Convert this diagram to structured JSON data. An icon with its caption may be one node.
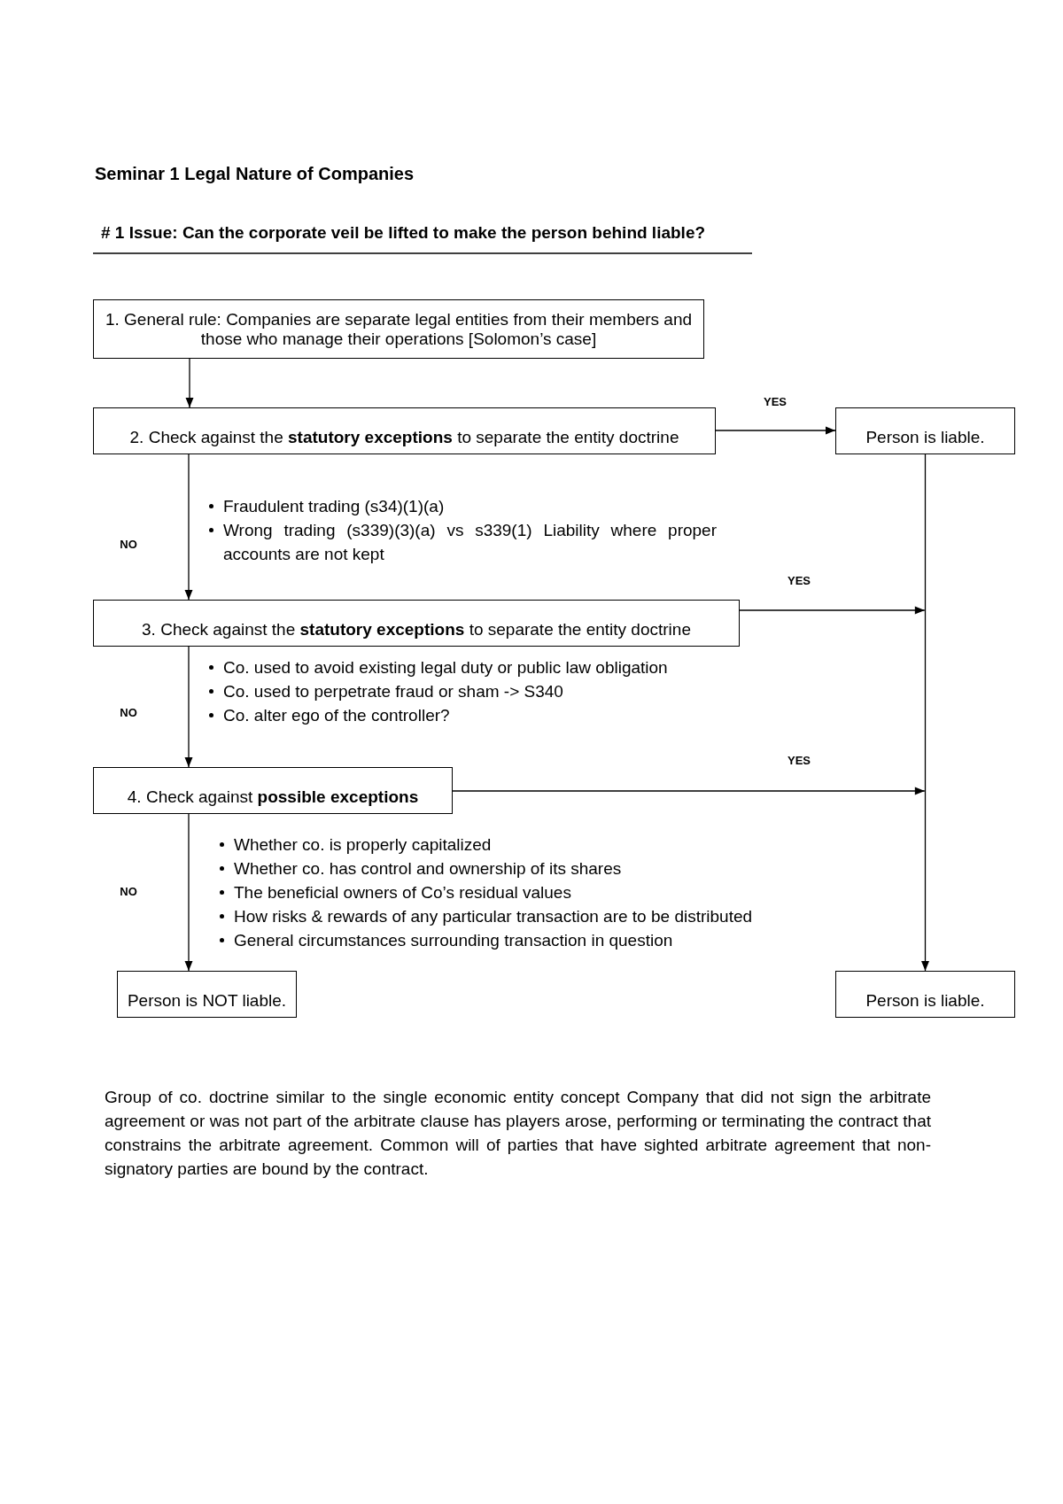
{
  "diagram": {
    "title": "Seminar 1 Legal Nature of Companies",
    "nodes": [
      {
        "text": [
          "1. General rule: Companies are separate legal entities from their members and those who manage their operations [Solomon’s case]"
        ]
      },
      {
        "text": [
          "2. Check against the **statutory exceptions** to separate the entity doctrine"
        ],
        "beside": [
          "Fraudulent trading (s34)(1)(a)",
          "Wrong trading (s339)(3)(a) vs s339(1) Liability where proper accounts are not kept"
        ]
      },
      {
        "text": [
          "Person is liable."
        ]
      },
      {
        "text": [
          "3. Check against the **statutory exceptions** to separate the entity doctrine"
        ],
        "beside": [
          "Co. used to avoid existing legal duty or public law obligation",
          "Co. used to perpetrate fraud or sham -> S340",
          "Co. alter ego of the controller?"
        ]
      },
      {
        "text": [
          "4. Check against **possible exceptions**"
        ],
        "beside": [
          "Whether co. is properly capitalized",
          "Whether co. has control and ownership of its shares",
          "The beneficial owners of Co’s residual values",
          "How risks & rewards of any particular transaction are to be distributed",
          "General circumstances surrounding transaction in question"
        ]
      },
      {
        "text": [
          "Person is NOT liable."
        ]
      },
      {
        "text": [
          "Person is liable."
        ]
      }
    ],
    "edges": [
      {
        "from": 0,
        "to": 1,
        "arrow": "to"
      },
      {
        "from": 1,
        "to": 2,
        "arrow": "to",
        "label": "YES"
      },
      {
        "from": 1,
        "to": 3,
        "arrow": "to",
        "label": "NO"
      },
      {
        "from": 3,
        "to": 6,
        "arrow": "to",
        "label": "YES"
      },
      {
        "from": 3,
        "to": 4,
        "arrow": "to",
        "label": "NO"
      },
      {
        "from": 4,
        "to": 6,
        "arrow": "to",
        "label": "YES"
      },
      {
        "from": 4,
        "to": 5,
        "arrow": "to",
        "label": "NO"
      },
      {
        "from": 2,
        "to": 6,
        "arrow": "to"
      }
    ],
    "labels": [
      "# 1 Issue: Can the corporate veil be lifted to make the person behind liable?",
      "Group of co. doctrine similar to the single economic entity concept Company that did not sign the arbitrate agreement or was not part of the arbitrate clause has players arose, performing or terminating the contract that constrains the arbitrate agreement. Common will of parties that have sighted arbitrate agreement that non-signatory parties are bound by the contract."
    ]
  }
}
